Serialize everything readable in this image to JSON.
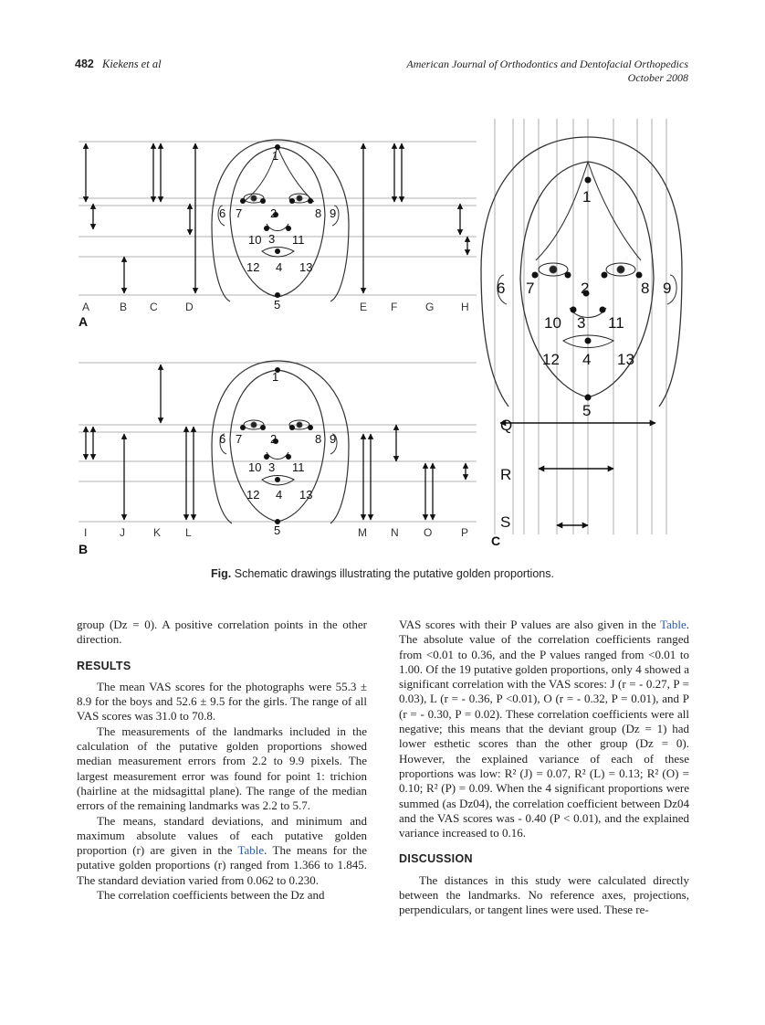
{
  "header": {
    "page_number": "482",
    "authors": "Kiekens et al",
    "journal": "American Journal of Orthodontics and Dentofacial Orthopedics",
    "date": "October 2008"
  },
  "figure": {
    "panel_a": "A",
    "panel_b": "B",
    "panel_c": "C",
    "labels_a": [
      "A",
      "B",
      "C",
      "D",
      "E",
      "F",
      "G",
      "H"
    ],
    "labels_b": [
      "I",
      "J",
      "K",
      "L",
      "M",
      "N",
      "O",
      "P"
    ],
    "labels_c": [
      "Q",
      "R",
      "S"
    ],
    "points": [
      "1",
      "2",
      "3",
      "4",
      "5",
      "6",
      "7",
      "8",
      "9",
      "10",
      "11",
      "12",
      "13"
    ]
  },
  "caption": {
    "label": "Fig.",
    "text": "Schematic drawings illustrating the putative golden proportions."
  },
  "left_column": {
    "p1": "group (Dz = 0). A positive correlation points in the other direction.",
    "h_results": "RESULTS",
    "p2": "The mean VAS scores for the photographs were 55.3 ± 8.9 for the boys and 52.6 ± 9.5 for the girls. The range of all VAS scores was 31.0 to 70.8.",
    "p3": "The measurements of the landmarks included in the calculation of the putative golden proportions showed median measurement errors from 2.2 to 9.9 pixels. The largest measurement error was found for point 1: trichion (hairline at the midsagittal plane). The range of the median errors of the remaining landmarks was 2.2 to 5.7.",
    "p4a": "The means, standard deviations, and minimum and maximum absolute values of each putative golden proportion (r) are given in the ",
    "p4_link": "Table",
    "p4b": ". The means for the putative golden proportions (r) ranged from 1.366 to 1.845. The standard deviation varied from 0.062 to 0.230.",
    "p5": "The correlation coefficients between the Dz and"
  },
  "right_column": {
    "p1a": "VAS scores with their P values are also given in the ",
    "p1_link": "Table",
    "p1b": ". The absolute value of the correlation coefficients ranged from <0.01 to 0.36, and the P values ranged from <0.01 to 1.00. Of the 19 putative golden proportions, only 4 showed a significant correlation with the VAS scores: J (r = - 0.27, P = 0.03), L (r = - 0.36, P <0.01), O (r = - 0.32, P = 0.01), and P (r = - 0.30, P = 0.02). These correlation coefficients were all negative; this means that the deviant group (Dz = 1) had lower esthetic scores than the other group (Dz = 0). However, the explained variance of each of these proportions was low: R² (J) = 0.07, R² (L) = 0.13; R² (O) = 0.10; R² (P) = 0.09. When the 4 significant proportions were summed (as Dz04), the correlation coefficient between Dz04 and the VAS scores was - 0.40 (P < 0.01), and the explained variance increased to 0.16.",
    "h_discussion": "DISCUSSION",
    "p2": "The distances in this study were calculated directly between the landmarks. No reference axes, projections, perpendiculars, or tangent lines were used. These re-"
  }
}
